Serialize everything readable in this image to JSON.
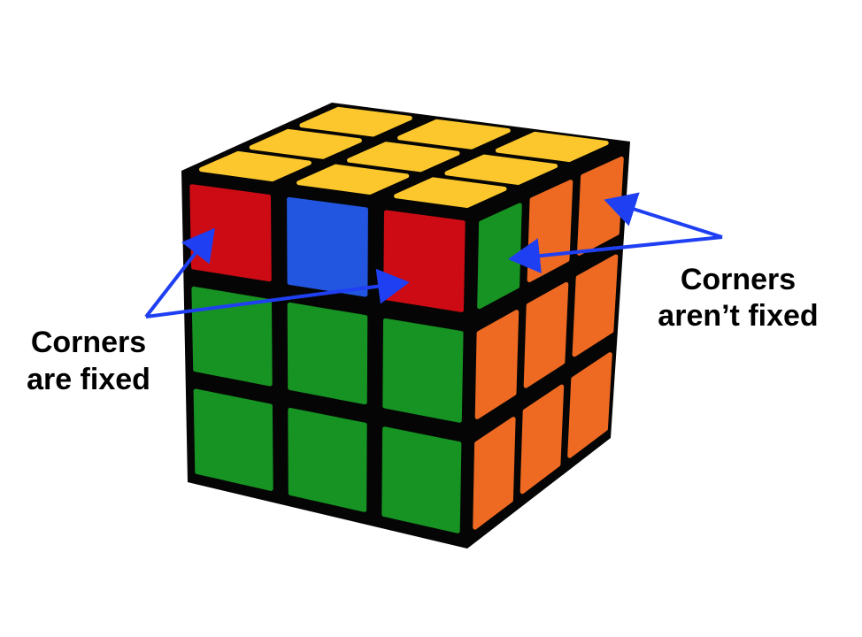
{
  "labels": {
    "left_line1": "Corners",
    "left_line2": "are fixed",
    "right_line1": "Corners",
    "right_line2": "aren’t fixed"
  },
  "colors": {
    "yellow": "#fcc72c",
    "red": "#cc0b14",
    "blue": "#2256e0",
    "green": "#169322",
    "orange": "#ee6a22",
    "body": "#050505",
    "arrow": "#1f3ff2"
  },
  "faces": {
    "top": [
      [
        "yellow",
        "yellow",
        "yellow"
      ],
      [
        "yellow",
        "yellow",
        "yellow"
      ],
      [
        "yellow",
        "yellow",
        "yellow"
      ]
    ],
    "front": [
      [
        "red",
        "blue",
        "red"
      ],
      [
        "green",
        "green",
        "green"
      ],
      [
        "green",
        "green",
        "green"
      ]
    ],
    "right": [
      [
        "green",
        "orange",
        "orange"
      ],
      [
        "orange",
        "orange",
        "orange"
      ],
      [
        "orange",
        "orange",
        "orange"
      ]
    ]
  }
}
